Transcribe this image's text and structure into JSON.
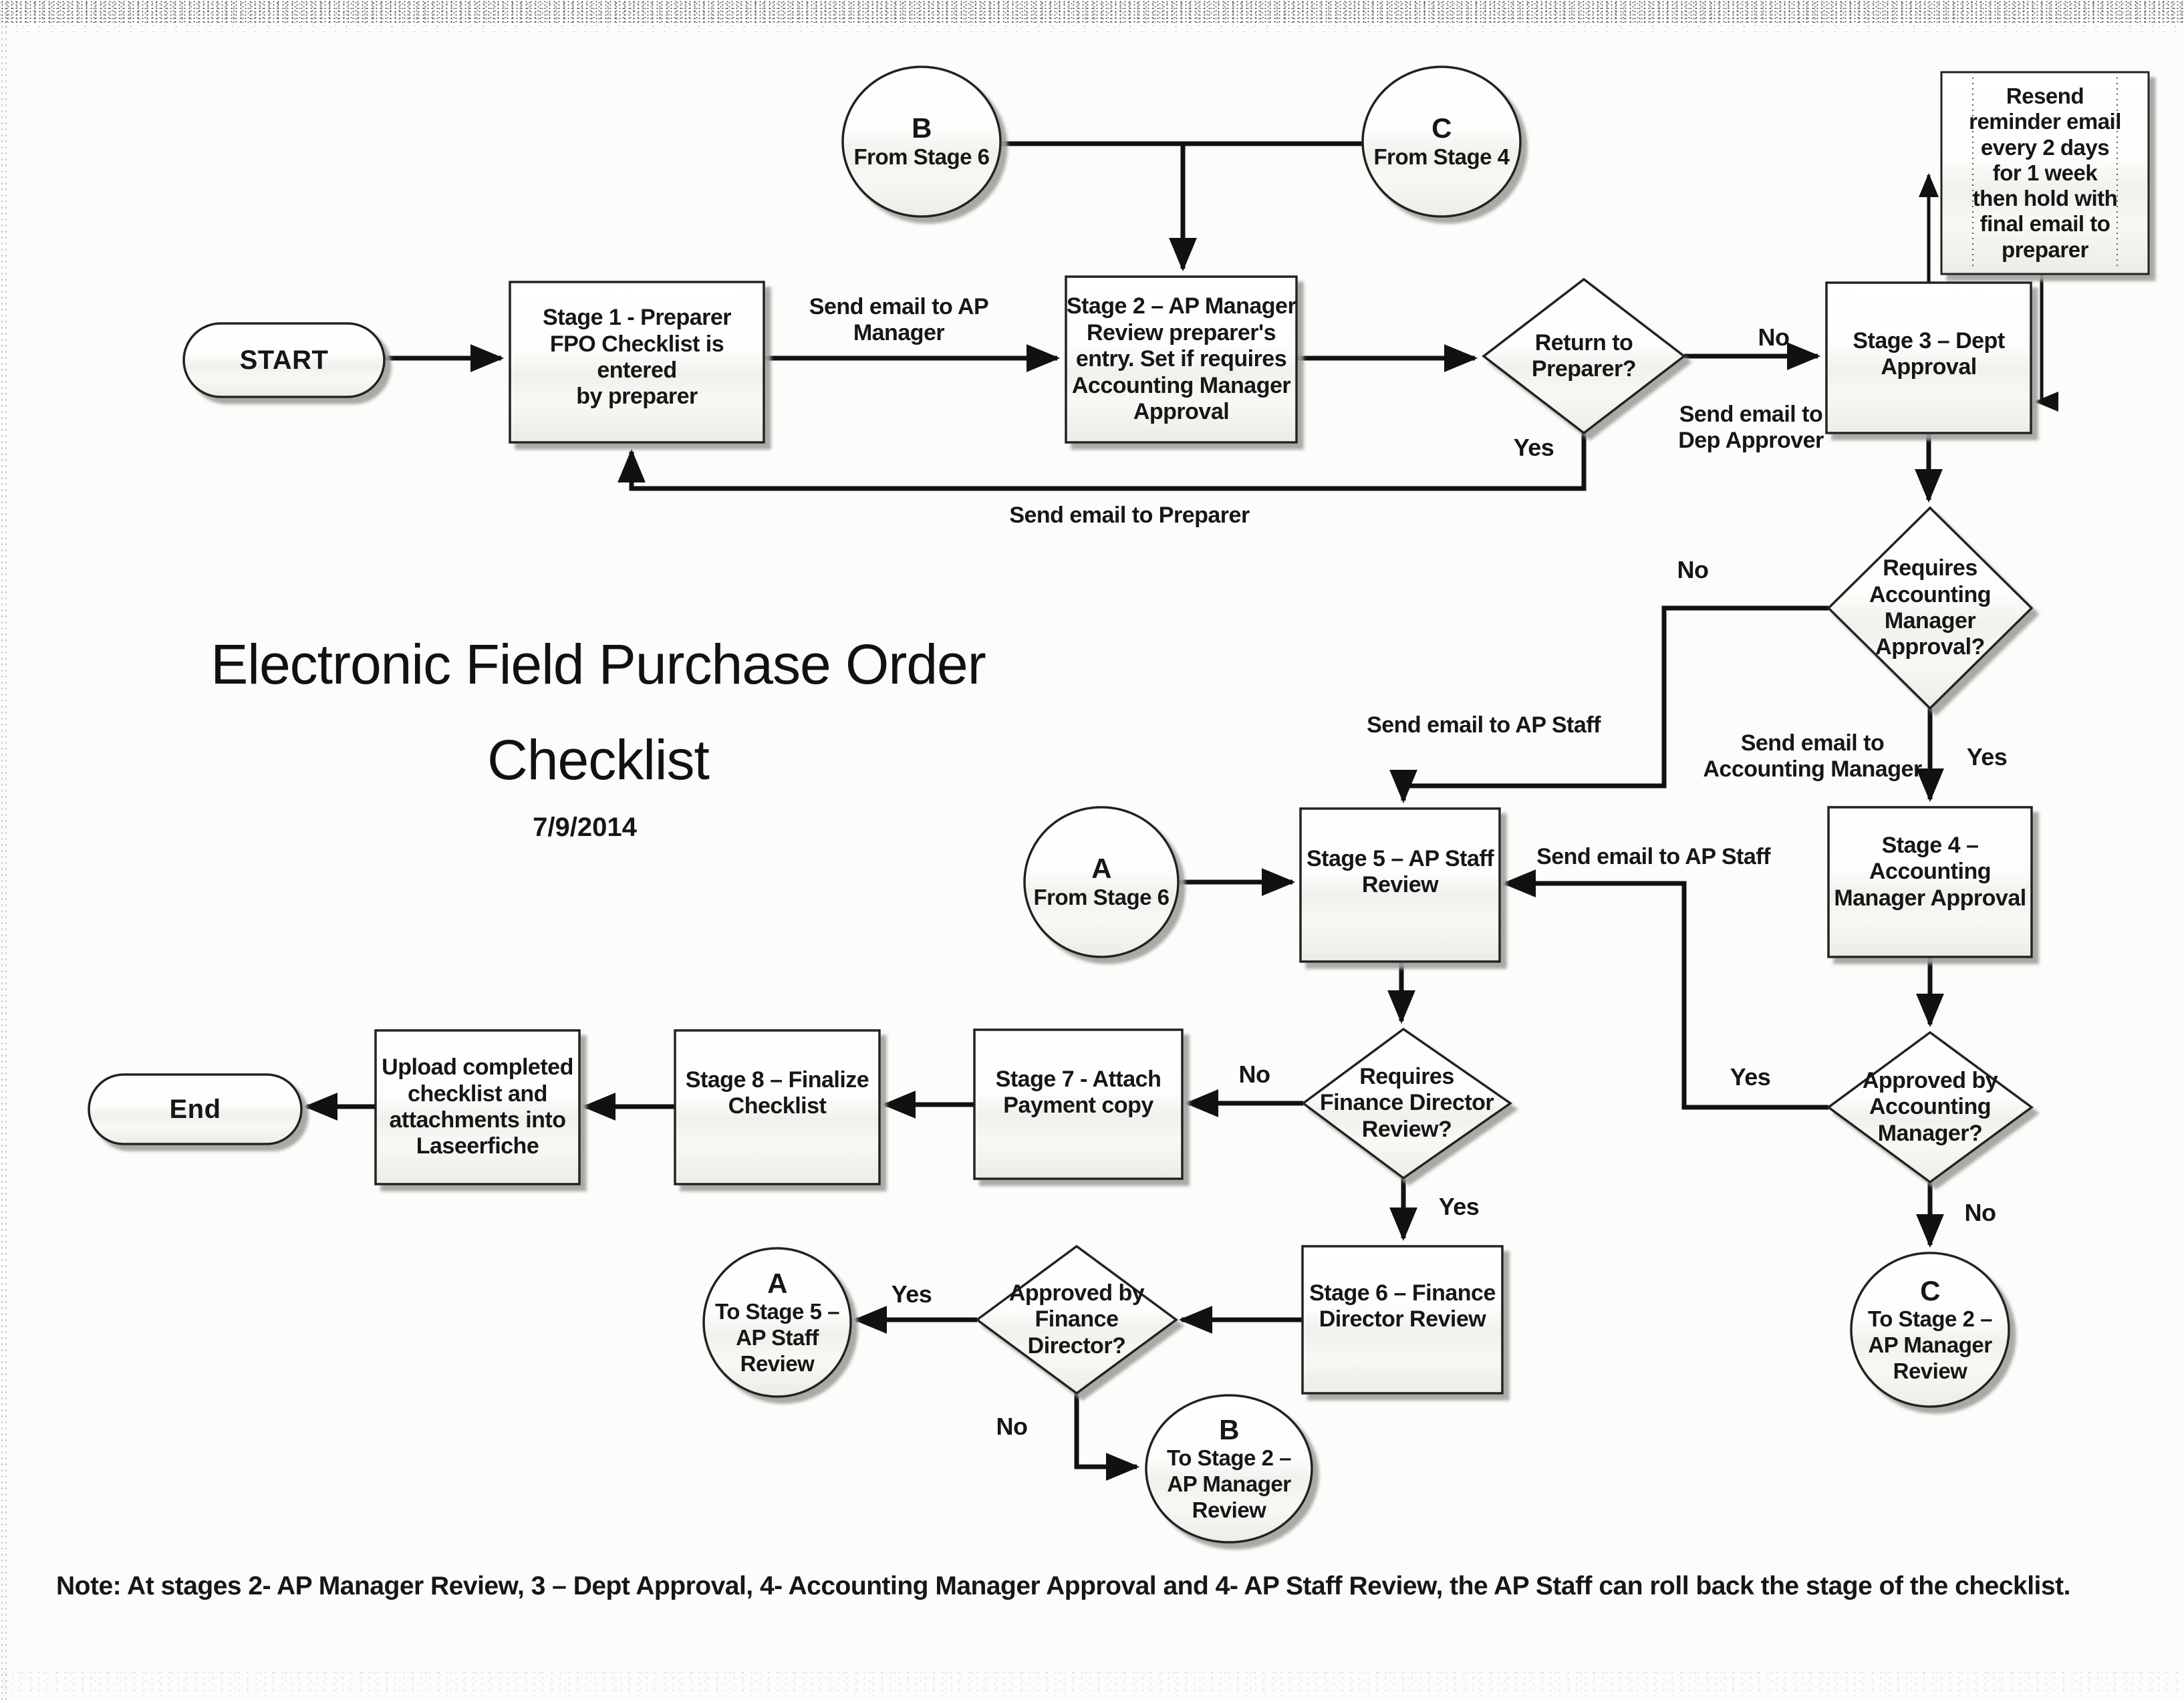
{
  "page": {
    "title_line1": "Electronic Field Purchase Order",
    "title_line2": "Checklist",
    "date": "7/9/2014",
    "note": "Note: At stages 2- AP Manager Review, 3 – Dept Approval, 4- Accounting Manager Approval and 4- AP Staff Review, the AP Staff can roll back the stage of the checklist."
  },
  "nodes": {
    "start": "START",
    "end": "End",
    "stage1": "Stage 1 - Preparer\nFPO Checklist is entered\nby preparer",
    "stage2": "Stage 2 – AP Manager\nReview preparer's\nentry. Set if requires\nAccounting Manager\nApproval",
    "return_to_preparer": "Return to\nPreparer?",
    "stage3": "Stage 3 – Dept\nApproval",
    "resend_reminder": "Resend\nreminder email\nevery 2 days\nfor 1 week\nthen hold with\nfinal email to\npreparer",
    "requires_acct_mgr": "Requires\nAccounting\nManager\nApproval?",
    "stage4": "Stage 4 – Accounting\nManager Approval",
    "approved_acct_mgr": "Approved by\nAccounting\nManager?",
    "stage5": "Stage 5 – AP Staff\nReview",
    "requires_fin_dir": "Requires\nFinance Director\nReview?",
    "stage6": "Stage 6 – Finance\nDirector Review",
    "approved_fin_dir": "Approved by\nFinance\nDirector?",
    "stage7": "Stage 7 - Attach\nPayment copy",
    "stage8": "Stage 8 – Finalize\nChecklist",
    "upload": "Upload completed\nchecklist and\nattachments into\nLaseerfiche",
    "circle_b_top": {
      "letter": "B",
      "label": "From Stage 6"
    },
    "circle_c_top": {
      "letter": "C",
      "label": "From Stage 4"
    },
    "circle_a_from6": {
      "letter": "A",
      "label": "From Stage 6"
    },
    "circle_a_to5": {
      "letter": "A",
      "label": "To Stage 5 –\nAP Staff\nReview"
    },
    "circle_b_to2": {
      "letter": "B",
      "label": "To Stage 2 –\nAP Manager\nReview"
    },
    "circle_c_to2": {
      "letter": "C",
      "label": "To Stage 2 –\nAP Manager\nReview"
    }
  },
  "edge_labels": {
    "send_email_ap_manager": "Send email to AP Manager",
    "send_email_preparer": "Send email to Preparer",
    "return_no": "No",
    "return_yes": "Yes",
    "send_email_dep_approver": "Send email to\nDep Approver",
    "requires_am_no": "No",
    "requires_am_yes": "Yes",
    "send_email_ap_staff_no_path": "Send email to AP Staff",
    "send_email_accounting_manager": "Send email to\nAccounting Manager",
    "send_email_ap_staff_yes_path": "Send email to AP Staff",
    "approved_am_yes": "Yes",
    "approved_am_no": "No",
    "requires_fd_no": "No",
    "requires_fd_yes": "Yes",
    "approved_fd_yes": "Yes",
    "approved_fd_no": "No"
  },
  "colors": {
    "ink": "#141414",
    "shape_stroke": "#232323",
    "shadow": "#a0a09c",
    "paper": "#fcfcfa"
  }
}
